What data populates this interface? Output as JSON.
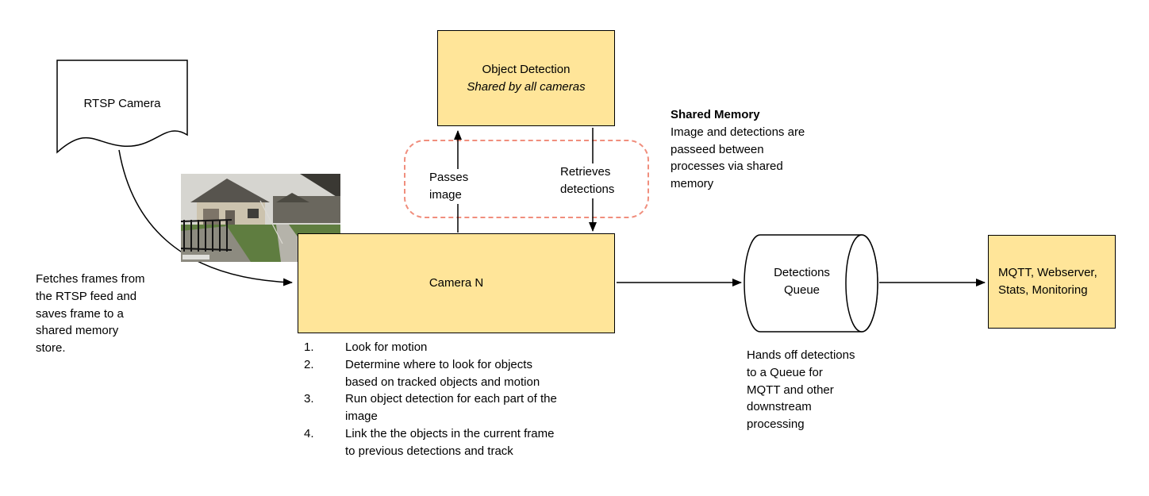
{
  "diagram": {
    "rtsp_camera": {
      "label": "RTSP Camera"
    },
    "fetch_note": "Fetches frames from\nthe RTSP feed and\nsaves frame to a\nshared memory\nstore.",
    "object_detection": {
      "title": "Object Detection",
      "subtitle": "Shared by all cameras"
    },
    "passes_image_label": "Passes\nimage",
    "retrieves_detections_label": "Retrieves\ndetections",
    "shared_memory_note": {
      "title": "Shared Memory",
      "body": "Image and detections are\npasseed between\nprocesses via shared\nmemory"
    },
    "camera_n": {
      "label": "Camera N"
    },
    "camera_steps": [
      {
        "num": "1.",
        "text": "Look for motion"
      },
      {
        "num": "2.",
        "text": "Determine where to look for objects\nbased on tracked objects and motion"
      },
      {
        "num": "3.",
        "text": "Run object detection for each part of the\nimage"
      },
      {
        "num": "4.",
        "text": "Link the the objects in the current frame\nto previous detections and track"
      }
    ],
    "detections_queue": {
      "label": "Detections\nQueue"
    },
    "queue_note": "Hands off detections\nto a Queue for\nMQTT and other\ndownstream\nprocessing",
    "mqtt": {
      "label": "MQTT, Webserver,\nStats, Monitoring"
    },
    "colors": {
      "box_fill": "#FFE599",
      "box_border": "#000000",
      "dash_color": "#F08E7D"
    }
  }
}
